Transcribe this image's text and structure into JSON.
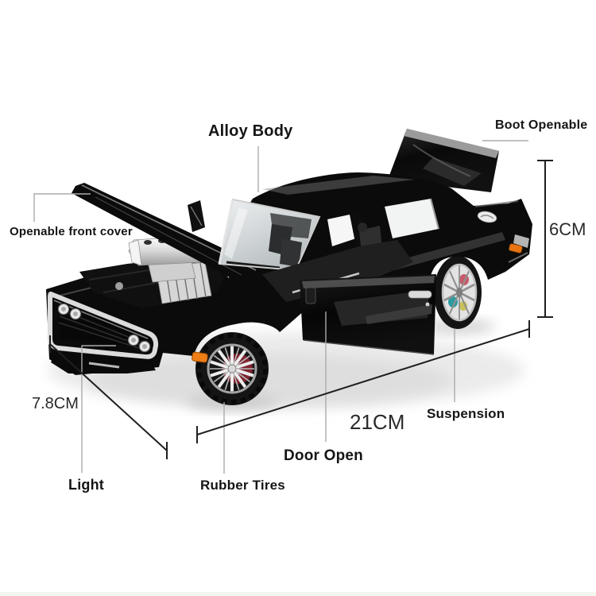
{
  "feature_labels": {
    "alloy_body": "Alloy Body",
    "boot_openable": "Boot Openable",
    "openable_front_cover": "Openable front cover",
    "suspension": "Suspension",
    "door_open": "Door Open",
    "rubber_tires": "Rubber Tires",
    "light": "Light"
  },
  "dimensions": {
    "height": "6CM",
    "front_width": "7.8CM",
    "length": "21CM"
  },
  "colors": {
    "background": "#ffffff",
    "label_text": "#151515",
    "dimension_text": "#2a2a2a",
    "leader_line": "#ababab",
    "dimension_line": "#1f1f1f",
    "car_body": "#0b0b0b",
    "chrome": "#e8e8e8",
    "glass": "#dfe3e5",
    "brake_caliper": "#7e2430",
    "side_marker_orange": "#ef7f17"
  }
}
